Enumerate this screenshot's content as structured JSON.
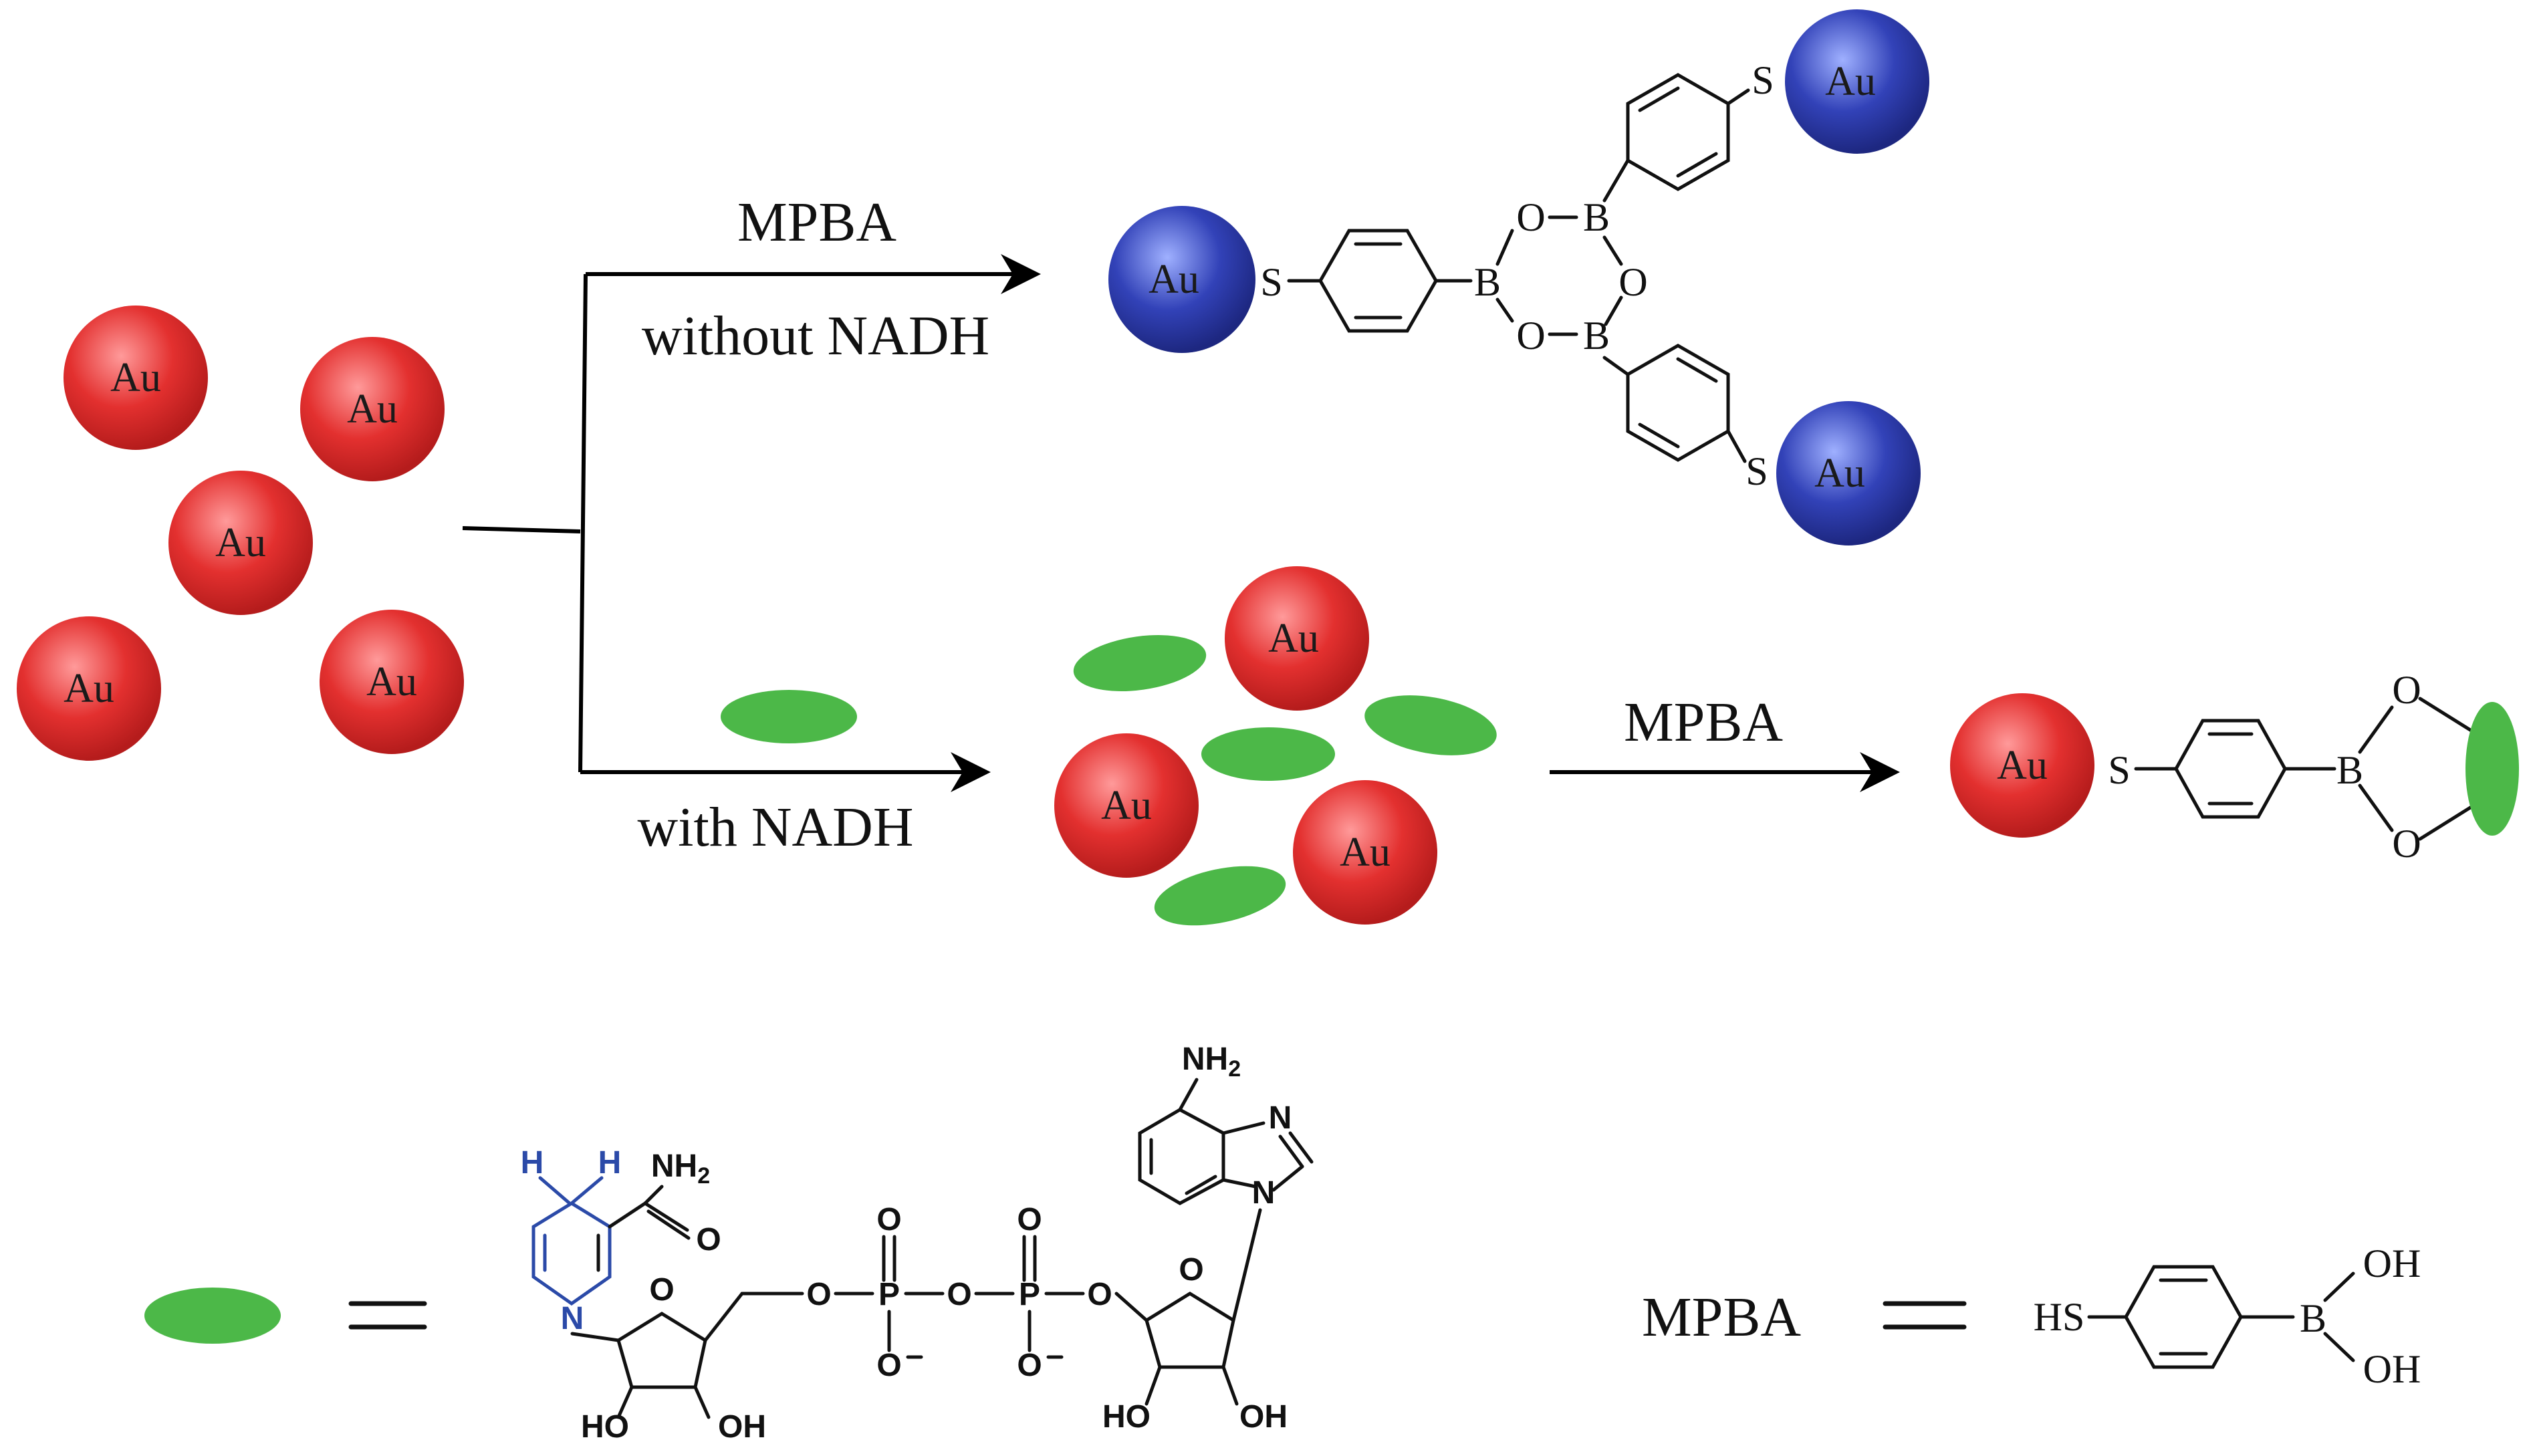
{
  "labels": {
    "mpba_top": "MPBA",
    "without_nadh": "without NADH",
    "with_nadh": "with NADH",
    "mpba_mid": "MPBA",
    "mpba_legend": "MPBA"
  },
  "particle_label": "Au",
  "atoms": {
    "S": "S",
    "B": "B",
    "O": "O",
    "HS": "HS",
    "OH": "OH",
    "NH2": "NH",
    "NH2_sub": "2",
    "N": "N",
    "H": "H",
    "HO": "HO",
    "P": "P",
    "O_minus": "O"
  },
  "colors": {
    "gold_red": "#e02a2a",
    "gold_blue": "#2a3aa8",
    "nadh_green": "#4cb848"
  }
}
